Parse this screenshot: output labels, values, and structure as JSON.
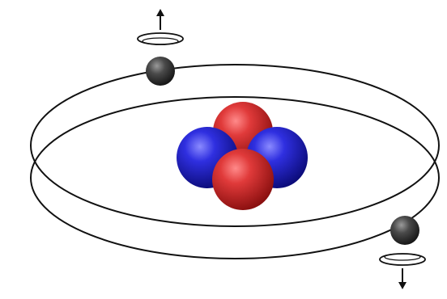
{
  "diagram": {
    "nucleus": {
      "protons": 2,
      "neutrons": 2,
      "proton_color": "#d42a2a",
      "neutron_color": "#2a2ad4"
    },
    "electrons": [
      {
        "orbit": "upper",
        "spin": "up"
      },
      {
        "orbit": "lower",
        "spin": "down"
      }
    ],
    "electron_color": "#3a3a3a",
    "orbit_color": "#111111"
  }
}
